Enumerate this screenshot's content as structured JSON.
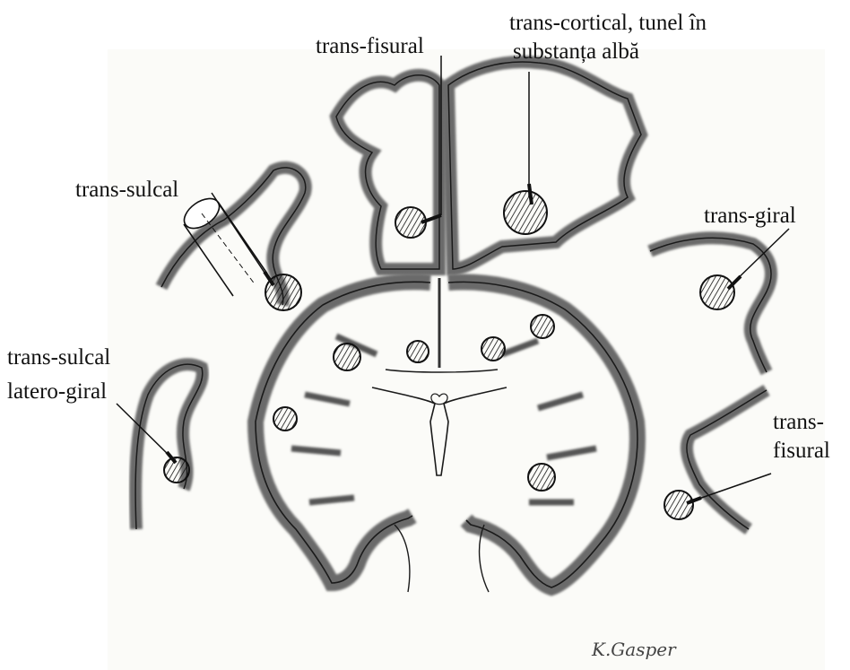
{
  "labels": {
    "trans_fisural_top": "trans-fisural",
    "trans_cortical_line1": "trans-cortical, tunel în",
    "trans_cortical_line2": "substanța albă",
    "trans_sulcal": "trans-sulcal",
    "trans_giral": "trans-giral",
    "trans_sulcal_latero_line1": "trans-sulcal",
    "trans_sulcal_latero_line2": "latero-giral",
    "trans_fisural_right_line1": "trans-",
    "trans_fisural_right_line2": "fisural"
  },
  "signature": "K.Gasper",
  "colors": {
    "ink": "#1a1a1a",
    "cortex_shade": "#6a6a6a",
    "paper": "#fbfbf8"
  }
}
